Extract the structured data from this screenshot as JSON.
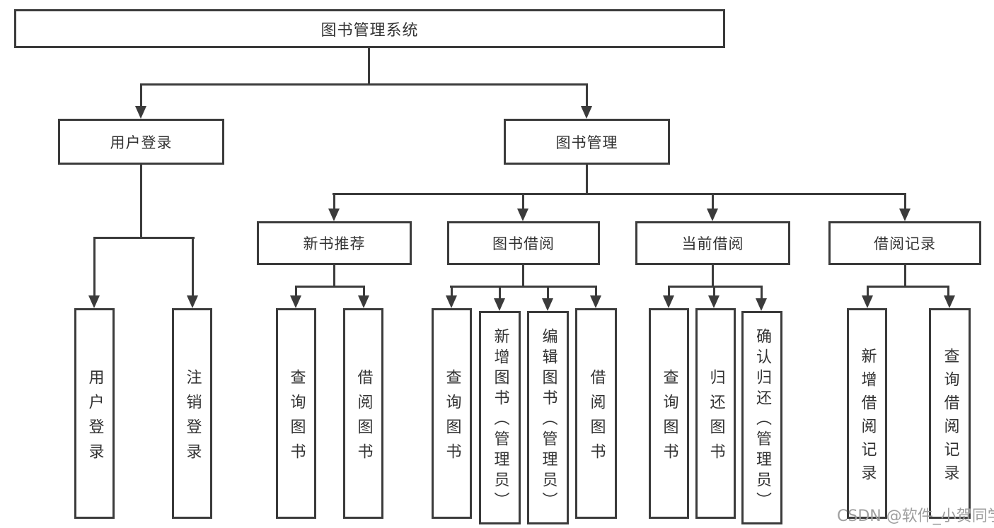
{
  "tree": {
    "title": "图书管理系统",
    "children": [
      {
        "label": "用户登录",
        "children": [
          {
            "label": "用户登录"
          },
          {
            "label": "注销登录"
          }
        ]
      },
      {
        "label": "图书管理",
        "children": [
          {
            "label": "新书推荐",
            "children": [
              {
                "label": "查询图书"
              },
              {
                "label": "借阅图书"
              }
            ]
          },
          {
            "label": "图书借阅",
            "children": [
              {
                "label": "查询图书"
              },
              {
                "label": "新增图书（管理员）"
              },
              {
                "label": "编辑图书（管理员）"
              },
              {
                "label": "借阅图书"
              }
            ]
          },
          {
            "label": "当前借阅",
            "children": [
              {
                "label": "查询图书"
              },
              {
                "label": "归还图书"
              },
              {
                "label": "确认归还（管理员）"
              }
            ]
          },
          {
            "label": "借阅记录",
            "children": [
              {
                "label": "新增借阅记录"
              },
              {
                "label": "查询借阅记录"
              }
            ]
          }
        ]
      }
    ]
  },
  "watermark": "CSDN @软件_小贺同学",
  "colors": {
    "line": "#3b3b3b",
    "text": "#333333",
    "watermark": "#9e9e9e",
    "background": "#ffffff"
  }
}
